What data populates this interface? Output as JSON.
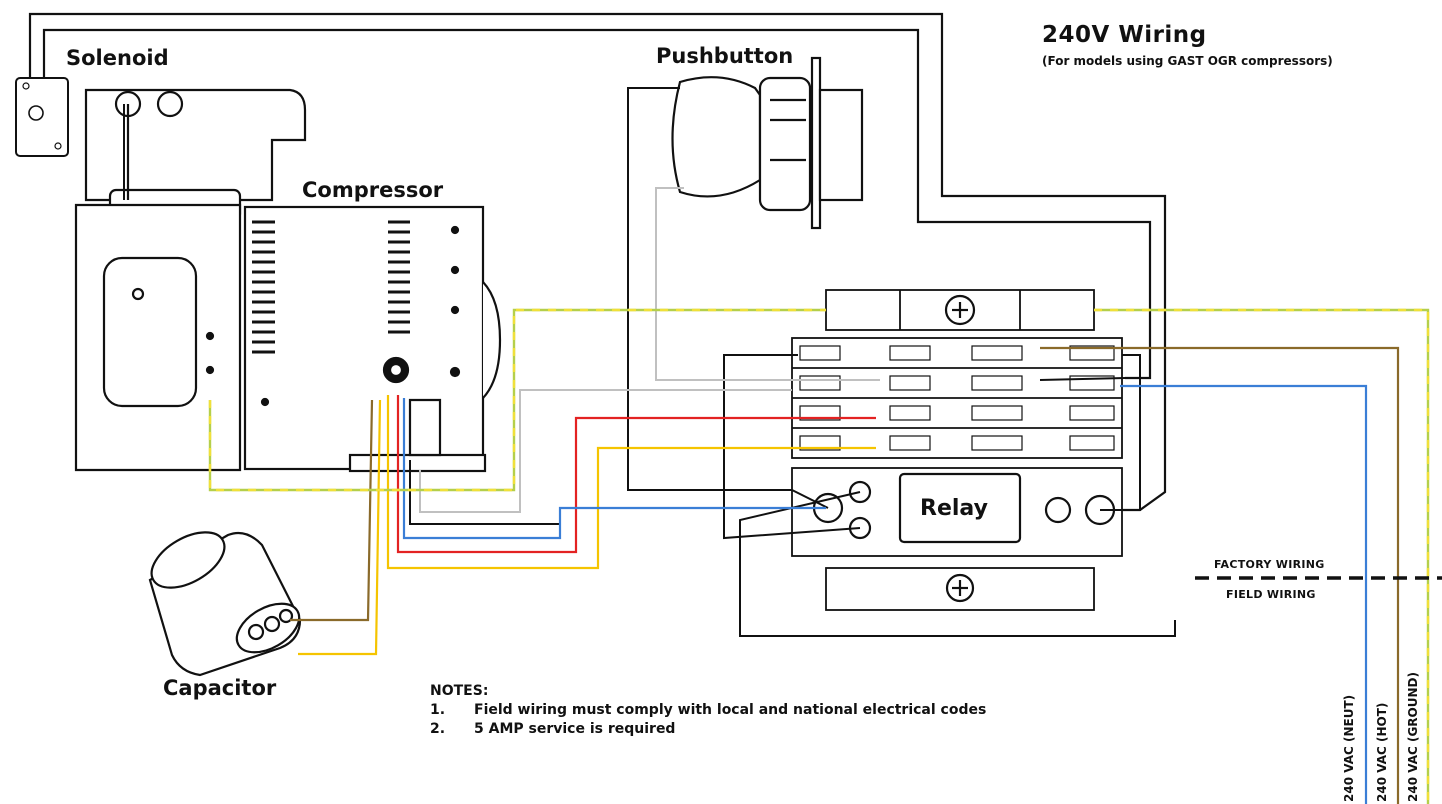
{
  "title": "240V Wiring",
  "subtitle": "(For models using GAST OGR compressors)",
  "components": {
    "solenoid": "Solenoid",
    "pushbutton": "Pushbutton",
    "compressor": "Compressor",
    "capacitor": "Capacitor",
    "relay": "Relay"
  },
  "boundary": {
    "factory": "FACTORY WIRING",
    "field": "FIELD WIRING"
  },
  "field_wires": [
    {
      "label": "240 VAC (NEUT)",
      "color": "#2f84d0"
    },
    {
      "label": "240 VAC (HOT)",
      "color": "#8a6a2a"
    },
    {
      "label": "240 VAC (GROUND)",
      "color": "#a8c93a"
    }
  ],
  "notes": {
    "heading": "NOTES:",
    "items": [
      {
        "num": "1.",
        "text": "Field wiring must comply with local and national electrical codes"
      },
      {
        "num": "2.",
        "text": "5 AMP service is required"
      }
    ]
  },
  "colors": {
    "black": "#111111",
    "red": "#e32222",
    "yellow": "#f5c400",
    "blue": "#3a7ed6",
    "brown": "#8a6a2a",
    "gray": "#bfbfbf",
    "ground_green": "#b5cf4a",
    "ground_yellow": "#f0e03a"
  }
}
